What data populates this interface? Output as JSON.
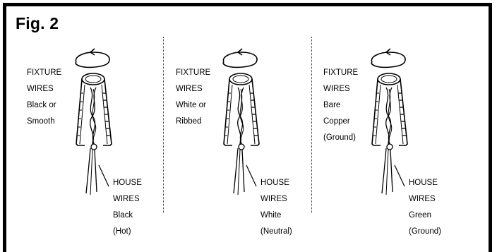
{
  "figure": {
    "title": "Fig. 2"
  },
  "panels": [
    {
      "fixture_label": [
        "FIXTURE",
        "WIRES",
        "Black or",
        "Smooth"
      ],
      "house_label": [
        "HOUSE",
        "WIRES",
        "Black",
        "(Hot)"
      ]
    },
    {
      "fixture_label": [
        "FIXTURE",
        "WIRES",
        "White or",
        "Ribbed"
      ],
      "house_label": [
        "HOUSE",
        "WIRES",
        "White",
        "(Neutral)"
      ]
    },
    {
      "fixture_label": [
        "FIXTURE",
        "WIRES",
        "Bare",
        "Copper",
        "(Ground)"
      ],
      "house_label": [
        "HOUSE",
        "WIRES",
        "Green",
        "(Ground)"
      ]
    }
  ],
  "colors": {
    "frame": "#000000",
    "background": "#ffffff",
    "line": "#000000"
  },
  "icons": {
    "twist_arrow": "circular-twist-arrow-icon",
    "wire_nut": "wire-nut-icon"
  }
}
